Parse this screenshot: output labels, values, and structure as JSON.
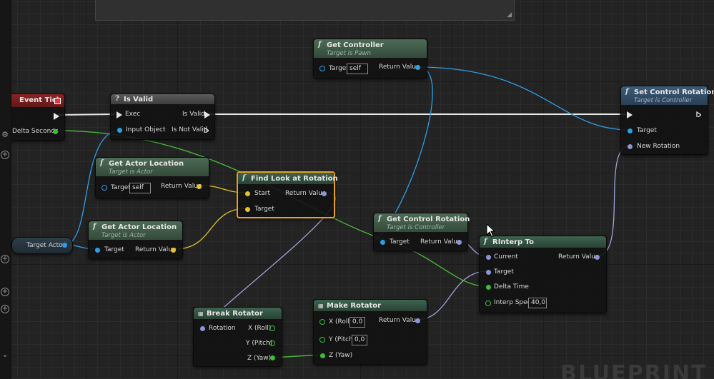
{
  "nodes": {
    "event_tick": {
      "title": "Event Tick",
      "delta_seconds": "Delta Seconds"
    },
    "is_valid": {
      "title": "Is Valid",
      "exec": "Exec",
      "input_object": "Input Object",
      "is_valid": "Is Valid",
      "is_not_valid": "Is Not Valid"
    },
    "get_controller": {
      "title": "Get Controller",
      "subtitle": "Target is Pawn",
      "target": "Target",
      "target_value": "self",
      "return_value": "Return Value"
    },
    "set_control_rotation": {
      "title": "Set Control Rotation",
      "subtitle": "Target is Controller",
      "target": "Target",
      "new_rotation": "New Rotation"
    },
    "get_actor_location_1": {
      "title": "Get Actor Location",
      "subtitle": "Target is Actor",
      "target": "Target",
      "target_value": "self",
      "return_value": "Return Value"
    },
    "get_actor_location_2": {
      "title": "Get Actor Location",
      "subtitle": "Target is Actor",
      "target": "Target",
      "return_value": "Return Value"
    },
    "find_look_at_rotation": {
      "title": "Find Look at Rotation",
      "start": "Start",
      "target": "Target",
      "return_value": "Return Value"
    },
    "target_actor": {
      "title": "Target Actor"
    },
    "get_control_rotation": {
      "title": "Get Control Rotation",
      "subtitle": "Target is Controller",
      "target": "Target",
      "return_value": "Return Value"
    },
    "rinterp_to": {
      "title": "RInterp To",
      "current": "Current",
      "target": "Target",
      "delta_time": "Delta Time",
      "interp_speed": "Interp Speed",
      "interp_speed_value": "40,0",
      "return_value": "Return Value"
    },
    "break_rotator": {
      "title": "Break Rotator",
      "rotation": "Rotation",
      "x_roll": "X (Roll)",
      "y_pitch": "Y (Pitch)",
      "z_yaw": "Z (Yaw)"
    },
    "make_rotator": {
      "title": "Make Rotator",
      "x_roll": "X (Roll)",
      "x_value": "0,0",
      "y_pitch": "Y (Pitch)",
      "y_value": "0,0",
      "z_yaw": "Z (Yaw)",
      "return_value": "Return Value"
    }
  },
  "watermark": "BLUEPRINT",
  "colors": {
    "exec": "#e8e8e8",
    "object": "#2f9ee6",
    "vector": "#e5c12a",
    "rotator": "#8e93d6",
    "float": "#39c03a",
    "event": "#e23a3a"
  }
}
